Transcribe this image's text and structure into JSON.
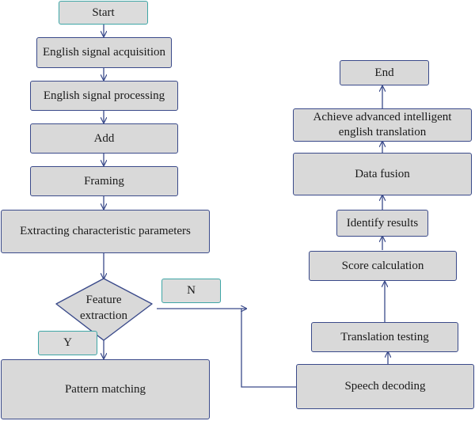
{
  "nodes": {
    "start": "Start",
    "acquisition": "English signal acquisition",
    "processing": "English signal processing",
    "add": "Add",
    "framing": "Framing",
    "extracting": "Extracting characteristic parameters",
    "feature_line1": "Feature",
    "feature_line2": "extraction",
    "yes": "Y",
    "no": "N",
    "pattern": "Pattern matching",
    "speech_decoding": "Speech decoding",
    "translation_testing": "Translation testing",
    "score_calculation": "Score calculation",
    "identify_results": "Identify results",
    "data_fusion": "Data fusion",
    "achieve_line1": "Achieve advanced intelligent",
    "achieve_line2": "english translation",
    "end": "End"
  },
  "colors": {
    "box_fill": "#d9d9d9",
    "box_border": "#3a4a8a",
    "label_border": "#3fa6a6",
    "arrow": "#3a4a8a"
  }
}
